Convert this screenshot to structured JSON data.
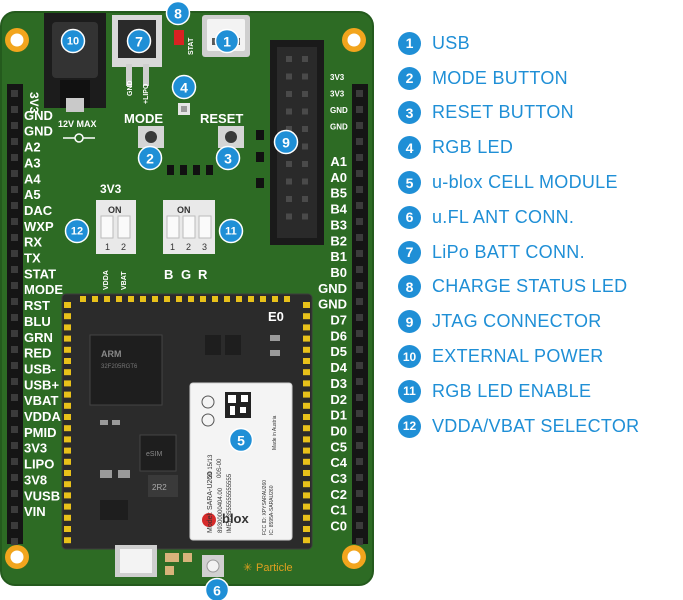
{
  "colors": {
    "board": "#2d6b24",
    "board_edge": "#245a1d",
    "callout": "#1f8fd6",
    "mounting_hole": "#f2a51d",
    "module_dark": "#2b2b2b",
    "header_black": "#1a1a1a",
    "pin_gold": "#e8c11a",
    "white_module": "#f4f4f4"
  },
  "left_pins": [
    "3V3",
    "GND",
    "GND",
    "A2",
    "A3",
    "A4",
    "A5",
    "DAC",
    "WXP",
    "RX",
    "TX",
    "STAT",
    "MODE",
    "RST",
    "BLU",
    "GRN",
    "RED",
    "USB-",
    "USB+",
    "VBAT",
    "VDDA",
    "PMID",
    "3V3",
    "LIPO",
    "3V8",
    "VUSB",
    "VIN"
  ],
  "right_pins": [
    "A1",
    "A0",
    "B5",
    "B4",
    "B3",
    "B2",
    "B1",
    "B0",
    "GND",
    "GND",
    "D7",
    "D6",
    "D5",
    "D4",
    "D3",
    "D2",
    "D1",
    "D0",
    "C5",
    "C4",
    "C3",
    "C2",
    "C1",
    "C0"
  ],
  "jtag_labels": [
    "3V3",
    "3V3",
    "GND",
    "GND"
  ],
  "silkscreen": {
    "mode": "MODE",
    "reset": "RESET",
    "voltage": "12V MAX",
    "switch_group": "3V3",
    "on_left": "ON",
    "on_right": "ON",
    "sw_left_nums": [
      "1",
      "2"
    ],
    "sw_right_nums": [
      "1",
      "2",
      "3"
    ],
    "rgb_letters": [
      "B",
      "G",
      "R"
    ],
    "vdda": "VDDA",
    "vbat": "VBAT",
    "gnd": "GND",
    "lipo": "+LIPO",
    "stat": "STAT",
    "e0": "E0",
    "particle": "Particle",
    "esim": "eSIM",
    "inductor": "2R2"
  },
  "chips": {
    "arm_brand": "ARM",
    "arm_part": "32F205RGT6"
  },
  "ublox": {
    "brand": "blox",
    "model": "Model: SARA-U260",
    "sku": "89300000404.00",
    "imei": "IMEI: 3555555555555",
    "date": "20 15/13",
    "code": "00S-00",
    "origin": "Made in Austria",
    "fcc": "FCC ID: XPYSARAU260",
    "ic": "IC: 8595A-SARAU260"
  },
  "callouts": [
    {
      "num": "1",
      "label": "USB"
    },
    {
      "num": "2",
      "label": "MODE BUTTON"
    },
    {
      "num": "3",
      "label": "RESET BUTTON"
    },
    {
      "num": "4",
      "label": "RGB LED"
    },
    {
      "num": "5",
      "label": "u-blox CELL MODULE"
    },
    {
      "num": "6",
      "label": "u.FL ANT CONN."
    },
    {
      "num": "7",
      "label": "LiPo BATT CONN."
    },
    {
      "num": "8",
      "label": "CHARGE STATUS LED"
    },
    {
      "num": "9",
      "label": "JTAG CONNECTOR"
    },
    {
      "num": "10",
      "label": "EXTERNAL POWER"
    },
    {
      "num": "11",
      "label": "RGB LED ENABLE"
    },
    {
      "num": "12",
      "label": "VDDA/VBAT SELECTOR"
    }
  ]
}
